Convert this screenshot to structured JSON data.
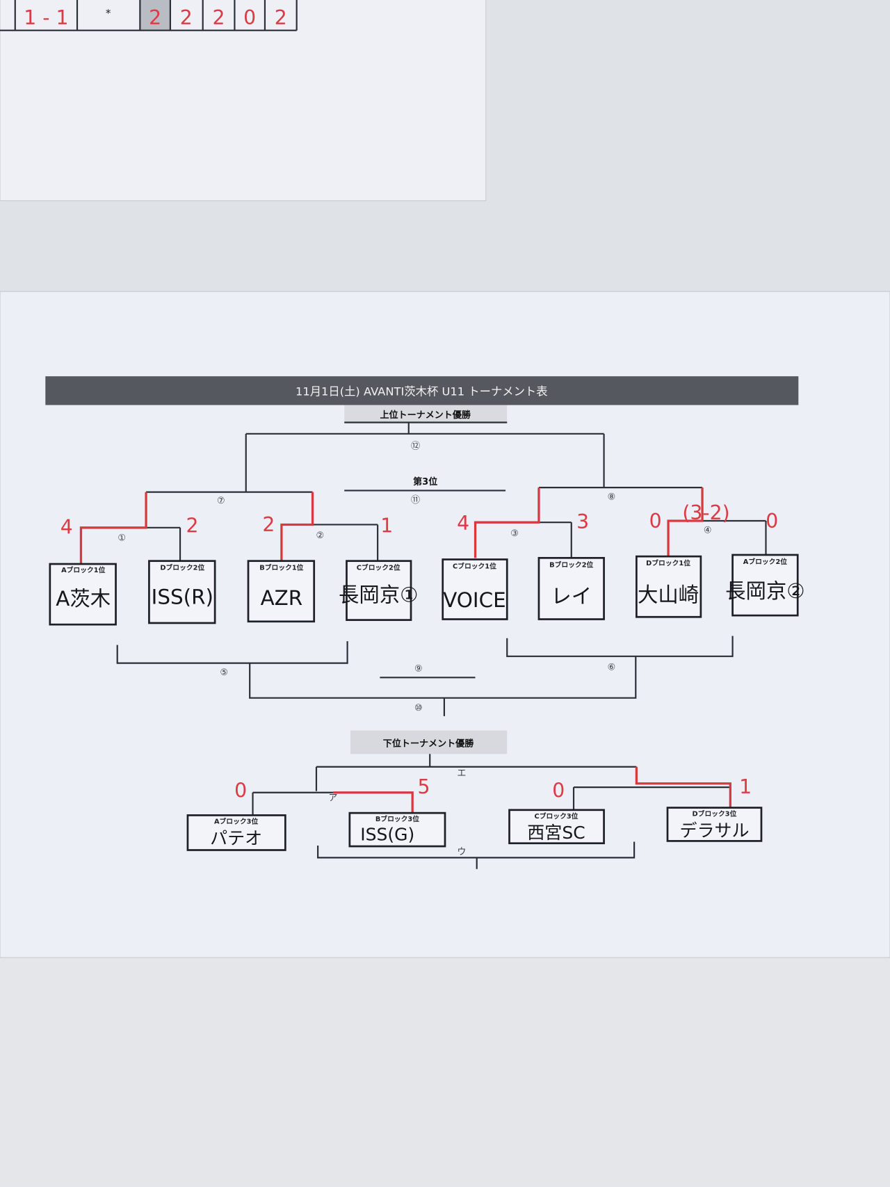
{
  "top_sheet": {
    "scores": [
      "1 - 1",
      "*",
      "2",
      "2",
      "2",
      "0",
      "2"
    ]
  },
  "bracket_sheet": {
    "title": "11月1日(土)  AVANTI茨木杯  U11  トーナメント表",
    "upper_winner_label": "上位トーナメント優勝",
    "third_place_label": "第3位",
    "lower_winner_label": "下位トーナメント優勝",
    "match_numbers": {
      "m1": "①",
      "m2": "②",
      "m3": "③",
      "m4": "④",
      "m5": "⑤",
      "m6": "⑥",
      "m7": "⑦",
      "m8": "⑧",
      "m9": "⑨",
      "m10": "⑩",
      "m11": "⑪",
      "m12": "⑫",
      "a": "ア",
      "u": "ウ",
      "e": "エ"
    },
    "upper_teams": [
      {
        "slot": "Aブロック1位",
        "name": "A茨木",
        "score": "4"
      },
      {
        "slot": "Dブロック2位",
        "name": "ISS(R)",
        "score": "2"
      },
      {
        "slot": "Bブロック1位",
        "name": "AZR",
        "score": "2"
      },
      {
        "slot": "Cブロック2位",
        "name": "長岡京①",
        "score": "1"
      },
      {
        "slot": "Cブロック1位",
        "name": "VOICE",
        "score": "4"
      },
      {
        "slot": "Bブロック2位",
        "name": "レイ",
        "score": "3"
      },
      {
        "slot": "Dブロック1位",
        "name": "大山崎",
        "score": "0"
      },
      {
        "slot": "Aブロック2位",
        "name": "長岡京②",
        "score": "0"
      }
    ],
    "pk_score": "(3-2)",
    "lower_teams": [
      {
        "slot": "Aブロック3位",
        "name": "パテオ",
        "score": "0"
      },
      {
        "slot": "Bブロック3位",
        "name": "ISS(G)",
        "score": "5"
      },
      {
        "slot": "Cブロック3位",
        "name": "西宮SC",
        "score": "0"
      },
      {
        "slot": "Dブロック3位",
        "name": "デラサル",
        "score": "1"
      }
    ]
  }
}
